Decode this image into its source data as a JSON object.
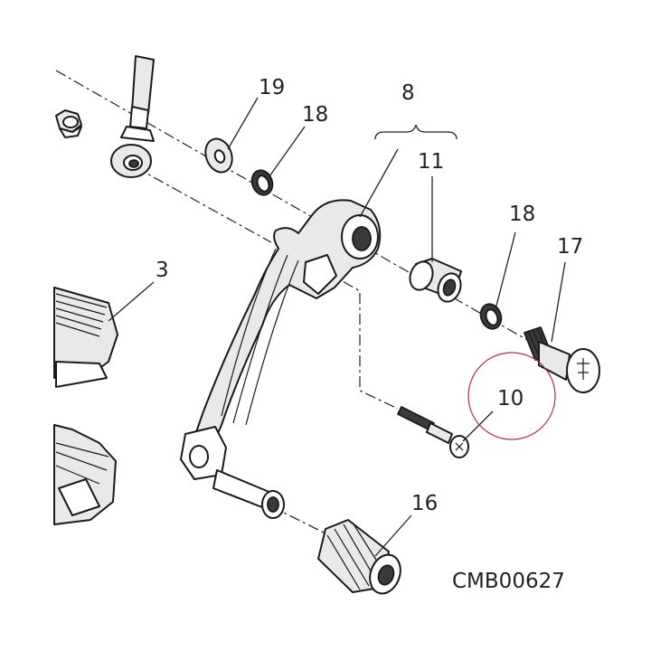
{
  "callouts": {
    "c19": "19",
    "c18a": "18",
    "c8": "8",
    "c11": "11",
    "c18b": "18",
    "c17": "17",
    "c3": "3",
    "c10": "10",
    "c16": "16"
  },
  "drawing_code": "CMB00627",
  "colors": {
    "line": "#1a1a1a",
    "highlight_circle": "#b03040"
  }
}
